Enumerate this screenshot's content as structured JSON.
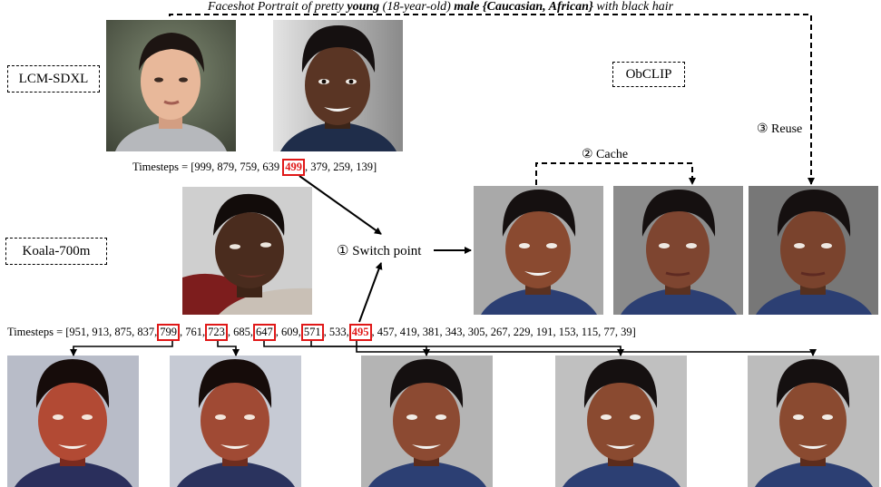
{
  "caption": {
    "prefix": "Faceshot Portrait of pretty ",
    "young": "young",
    "age": " (18-year-old) ",
    "male": "male",
    "space": " ",
    "ethnicity": "{Caucasian, African}",
    "suffix": " with black hair"
  },
  "models": {
    "lcm": "LCM-SDXL",
    "koala": "Koala-700m",
    "obclip": "ObCLIP"
  },
  "lcm_timesteps": {
    "prefix": "Timesteps = [999, 879, 759, 639 ",
    "switch": "499",
    "suffix": ", 379, 259, 139]"
  },
  "koala_timesteps": {
    "prefix": "Timesteps = [951, 913, 875, 837,",
    "t1": "799",
    "s1": ", 761,",
    "t2": "723",
    "s2": ", 685,",
    "t3": "647",
    "s3": ", 609,",
    "t4": "571",
    "s4": ", 533,",
    "t5": "495",
    "suffix": ", 457, 419, 381, 343, 305, 267, 229, 191, 153, 115, 77, 39]"
  },
  "steps": {
    "switch": "① Switch point",
    "cache": "② Cache",
    "reuse": "③ Reuse"
  },
  "colors": {
    "highlight": "#e01818",
    "dark_skin": "#4a2c1e",
    "warm_skin": "#8a4a30",
    "light_skin": "#e8b89a",
    "hair": "#151010",
    "shirt": "#2c3f73"
  }
}
